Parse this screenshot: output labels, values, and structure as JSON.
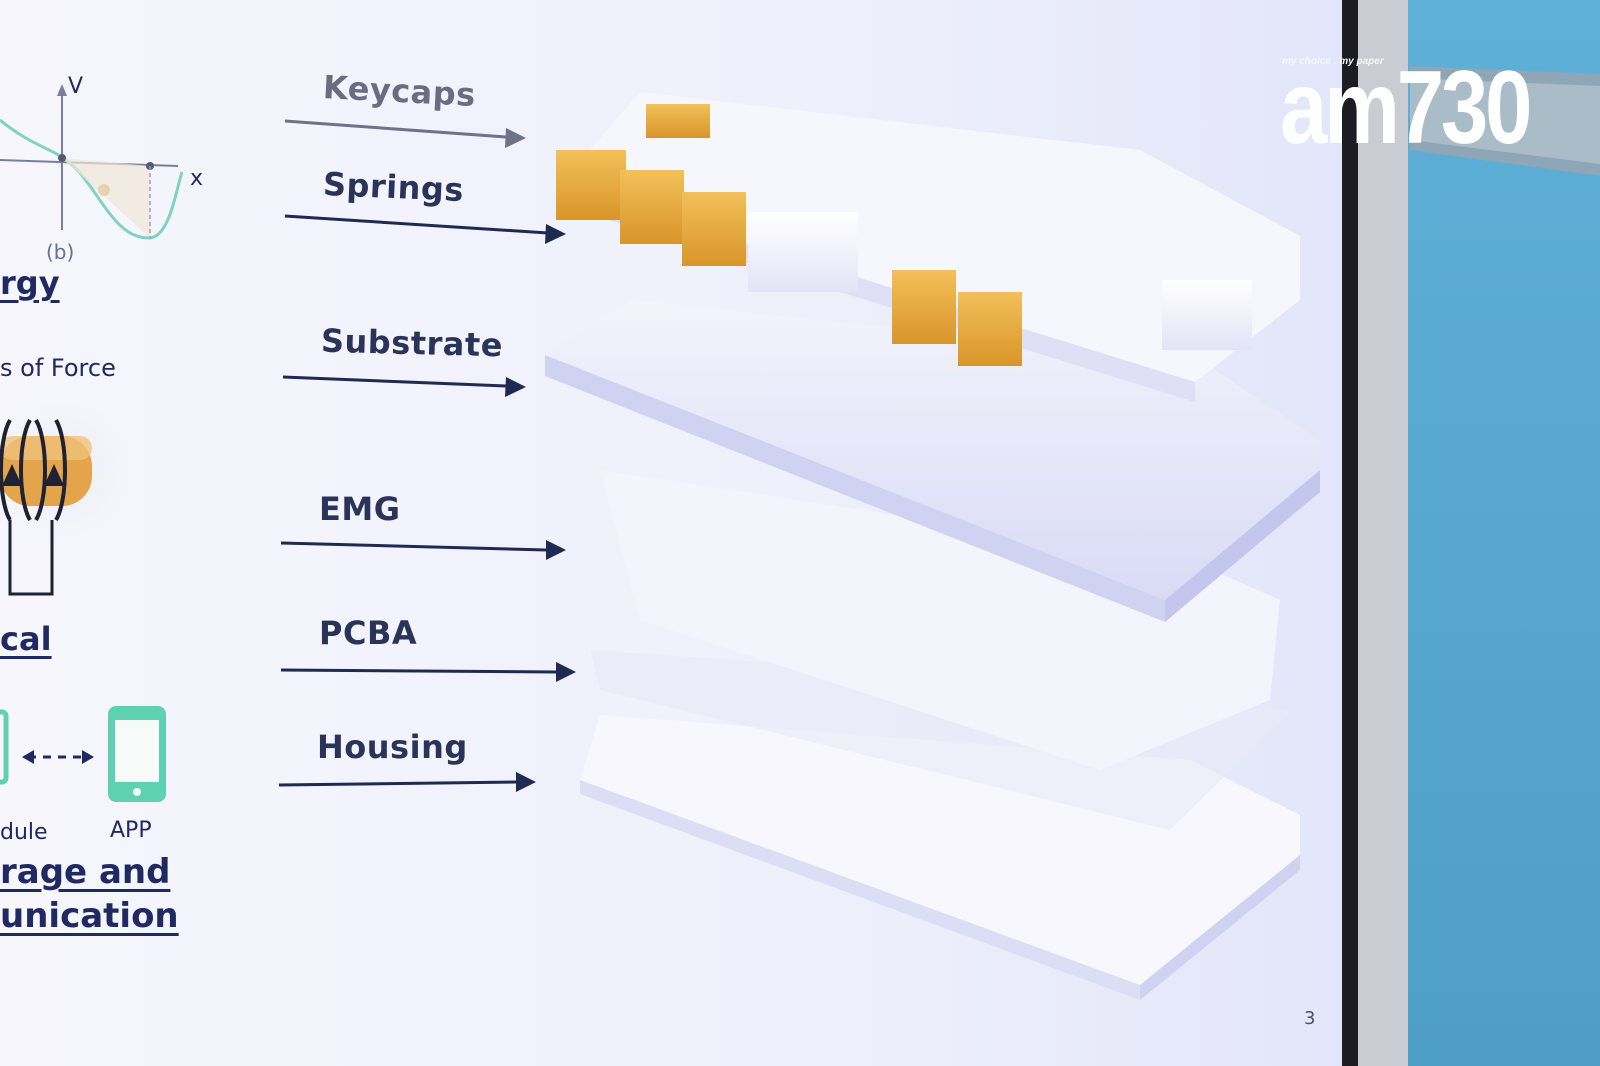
{
  "slide": {
    "layer_labels": [
      {
        "text": "Keycaps"
      },
      {
        "text": "Springs"
      },
      {
        "text": "Substrate"
      },
      {
        "text": "EMG"
      },
      {
        "text": "PCBA"
      },
      {
        "text": "Housing"
      }
    ],
    "left_panel": {
      "axis_v": "V",
      "axis_x": "x",
      "panel_tag": "(b)",
      "heading_energy": "rgy",
      "lines_of_force": "s of Force",
      "heading_mechanical": "cal",
      "module_label": "dule",
      "app_label": "APP",
      "heading_storage_1": "rage and",
      "heading_storage_2": "unication"
    },
    "page_number": "3"
  },
  "watermark": {
    "tagline": "my choice . my paper",
    "brand": "am730"
  },
  "colors": {
    "slide_bg": "#eef0fb",
    "label_text": "#2a3458",
    "heading_text": "#1f2a62",
    "keycap_orange": "#e7a63a",
    "wall_blue": "#5aa7cf",
    "chart_curve": "#7fd3c0",
    "app_icon": "#5fd1b3"
  },
  "icons": [
    "phone-app-icon",
    "arrow-icon",
    "coil-icon"
  ]
}
